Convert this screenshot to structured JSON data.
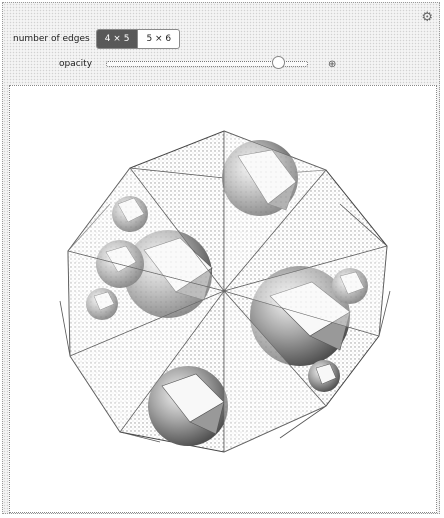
{
  "controls": {
    "edges_label": "number of edges",
    "edges_options": [
      "4 × 5",
      "5 × 6"
    ],
    "edges_selected_index": 0,
    "opacity_label": "opacity",
    "opacity_value": 0.88
  },
  "icons": {
    "settings": "gear-icon",
    "slider_expand": "plus-icon"
  },
  "colors": {
    "frame_background": "#f4f4f4",
    "selected_button": "#777777",
    "polyhedron_fill": "#eeeeee",
    "ball_shade": "#555555"
  }
}
